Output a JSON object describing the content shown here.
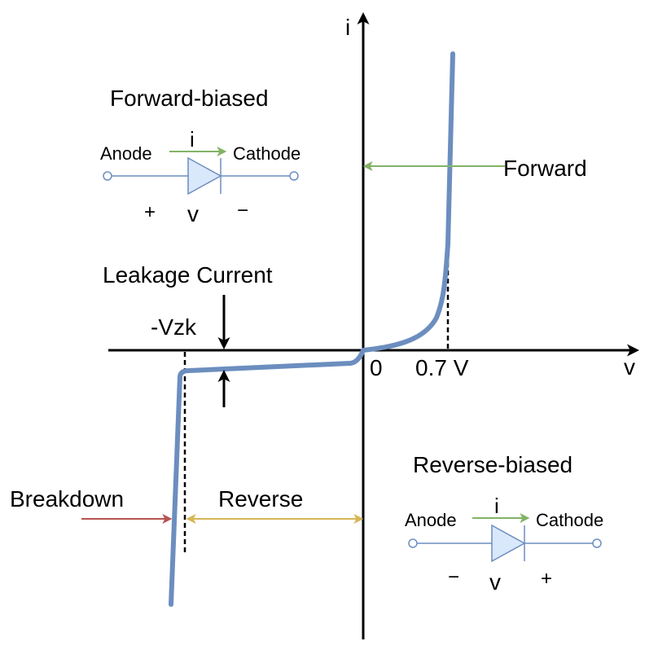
{
  "axes": {
    "y_label": "i",
    "x_label": "v",
    "origin_label": "0",
    "knee_label": "0.7 V"
  },
  "labels": {
    "forward_biased_title": "Forward-biased",
    "reverse_biased_title": "Reverse-biased",
    "forward": "Forward",
    "reverse": "Reverse",
    "breakdown": "Breakdown",
    "leakage_current": "Leakage Current",
    "vzk": "-Vzk"
  },
  "forward_circuit": {
    "anode": "Anode",
    "cathode": "Cathode",
    "current": "i",
    "voltage": "v",
    "anode_sign": "+",
    "cathode_sign": "−"
  },
  "reverse_circuit": {
    "anode": "Anode",
    "cathode": "Cathode",
    "current": "i",
    "voltage": "v",
    "anode_sign": "−",
    "cathode_sign": "+"
  },
  "colors": {
    "curve": "#6c8ebf",
    "diode_fill": "#dae8fc",
    "wire": "#6c8ebf",
    "current_arrow": "#82b366",
    "forward_arrow": "#82b366",
    "reverse_arrow": "#d6b656",
    "breakdown_arrow": "#b85450",
    "axis": "#000000"
  }
}
